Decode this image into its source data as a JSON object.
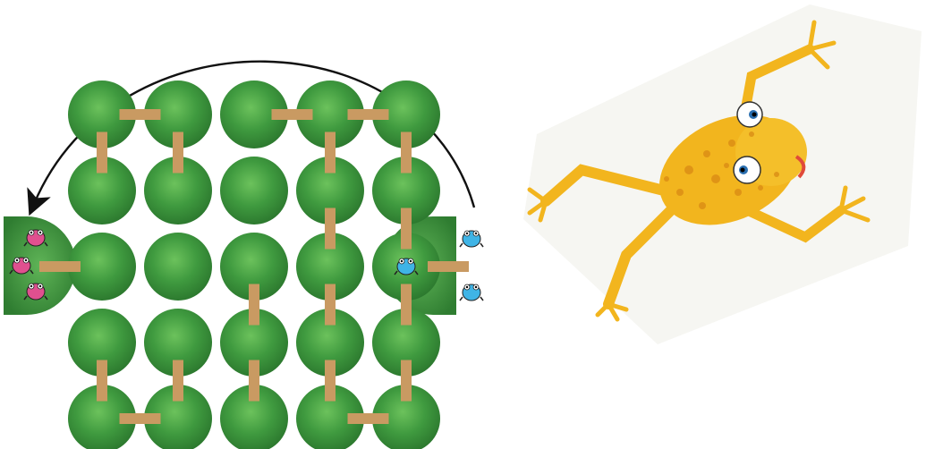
{
  "board": {
    "rows": 5,
    "cols": 5,
    "pad_color": "#3f9a3f",
    "pad_highlight": "#69c25a",
    "bridge_color": "#c99a62",
    "bridges": [
      {
        "orient": "h",
        "row": 0,
        "col": 0
      },
      {
        "orient": "h",
        "row": 0,
        "col": 2
      },
      {
        "orient": "h",
        "row": 0,
        "col": 3
      },
      {
        "orient": "v",
        "row": 0,
        "col": 0
      },
      {
        "orient": "v",
        "row": 0,
        "col": 1
      },
      {
        "orient": "v",
        "row": 0,
        "col": 3
      },
      {
        "orient": "v",
        "row": 0,
        "col": 4
      },
      {
        "orient": "v",
        "row": 1,
        "col": 3
      },
      {
        "orient": "v",
        "row": 1,
        "col": 4
      },
      {
        "orient": "h",
        "row": 2,
        "col": "left-bank"
      },
      {
        "orient": "h",
        "row": 2,
        "col": "right-bank"
      },
      {
        "orient": "v",
        "row": 2,
        "col": 2
      },
      {
        "orient": "v",
        "row": 2,
        "col": 3
      },
      {
        "orient": "v",
        "row": 2,
        "col": 4
      },
      {
        "orient": "v",
        "row": 3,
        "col": 0
      },
      {
        "orient": "v",
        "row": 3,
        "col": 1
      },
      {
        "orient": "v",
        "row": 3,
        "col": 2
      },
      {
        "orient": "v",
        "row": 3,
        "col": 3
      },
      {
        "orient": "v",
        "row": 3,
        "col": 4
      },
      {
        "orient": "h",
        "row": 4,
        "col": 0
      },
      {
        "orient": "h",
        "row": 4,
        "col": 3
      }
    ]
  },
  "banks": {
    "left": {
      "frog_color": "#e0508f",
      "frog_count": 3
    },
    "right": {
      "frog_color": "#3fb4e6",
      "frog_count": 2
    }
  },
  "board_frog": {
    "row": 2,
    "col": 4,
    "color": "#3fb4e6"
  },
  "arrow": {
    "direction": "right-to-left",
    "color": "#111111"
  },
  "big_frog": {
    "body_color": "#f2b51e",
    "spot_color": "#d98a14",
    "name": "yellow-frog-illustration"
  }
}
